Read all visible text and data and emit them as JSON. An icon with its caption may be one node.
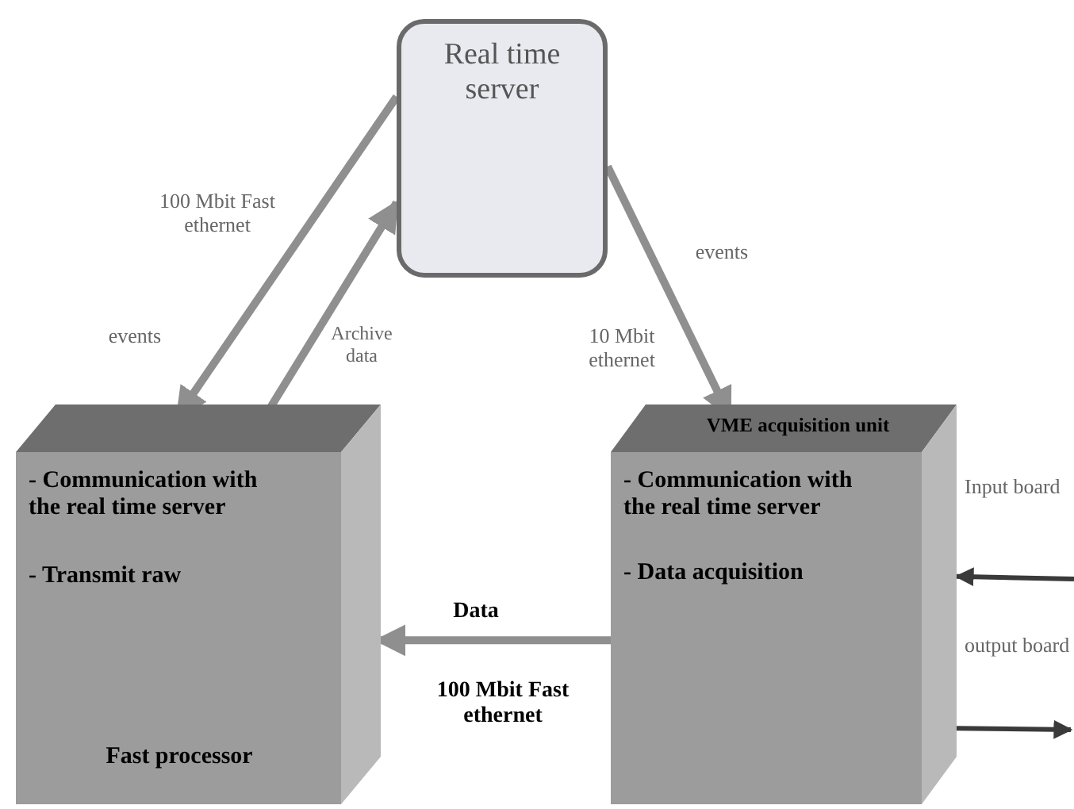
{
  "diagram": {
    "nodes": [
      {
        "text": [
          "Real time server"
        ]
      },
      {
        "text": [
          "- Communication with the real time server",
          "- Transmit raw",
          "Fast processor"
        ]
      },
      {
        "text": [
          "VME acquisition unit",
          "- Communication with the real time server",
          "- Data acquisition"
        ]
      }
    ],
    "edges": [
      {
        "from": 0,
        "to": 1,
        "arrow": "to",
        "label": "events"
      },
      {
        "from": 1,
        "to": 0,
        "arrow": "to",
        "label": "Archive data"
      },
      {
        "from": 0,
        "to": 2,
        "arrow": "to",
        "label": "events"
      },
      {
        "from": 2,
        "to": 1,
        "arrow": "to",
        "label": "Data"
      },
      {
        "from": null,
        "to": 2,
        "arrow": "to",
        "label": "Input board"
      },
      {
        "from": 2,
        "to": null,
        "arrow": "to",
        "label": "output board"
      }
    ],
    "labels": [
      "100 Mbit Fast ethernet",
      "10 Mbit ethernet",
      "100 Mbit Fast ethernet"
    ]
  }
}
